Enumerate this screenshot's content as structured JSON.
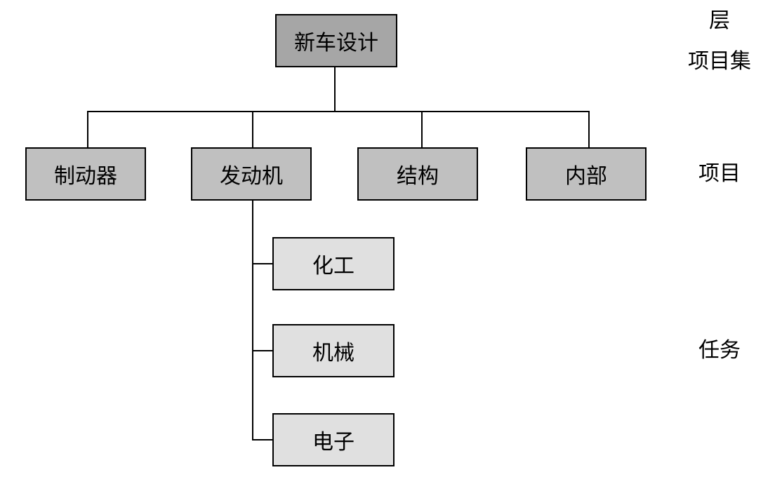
{
  "colors": {
    "root_fill": "#a6a6a6",
    "project_fill": "#c0c0c0",
    "task_fill": "#e0e0e0",
    "line": "#000000"
  },
  "root": {
    "label": "新车设计"
  },
  "projects": [
    {
      "label": "制动器"
    },
    {
      "label": "发动机"
    },
    {
      "label": "结构"
    },
    {
      "label": "内部"
    }
  ],
  "tasks": [
    {
      "label": "化工"
    },
    {
      "label": "机械"
    },
    {
      "label": "电子"
    }
  ],
  "levels": {
    "portfolio_line1": "层",
    "portfolio_line2": "项目集",
    "project": "项目",
    "task": "任务"
  }
}
